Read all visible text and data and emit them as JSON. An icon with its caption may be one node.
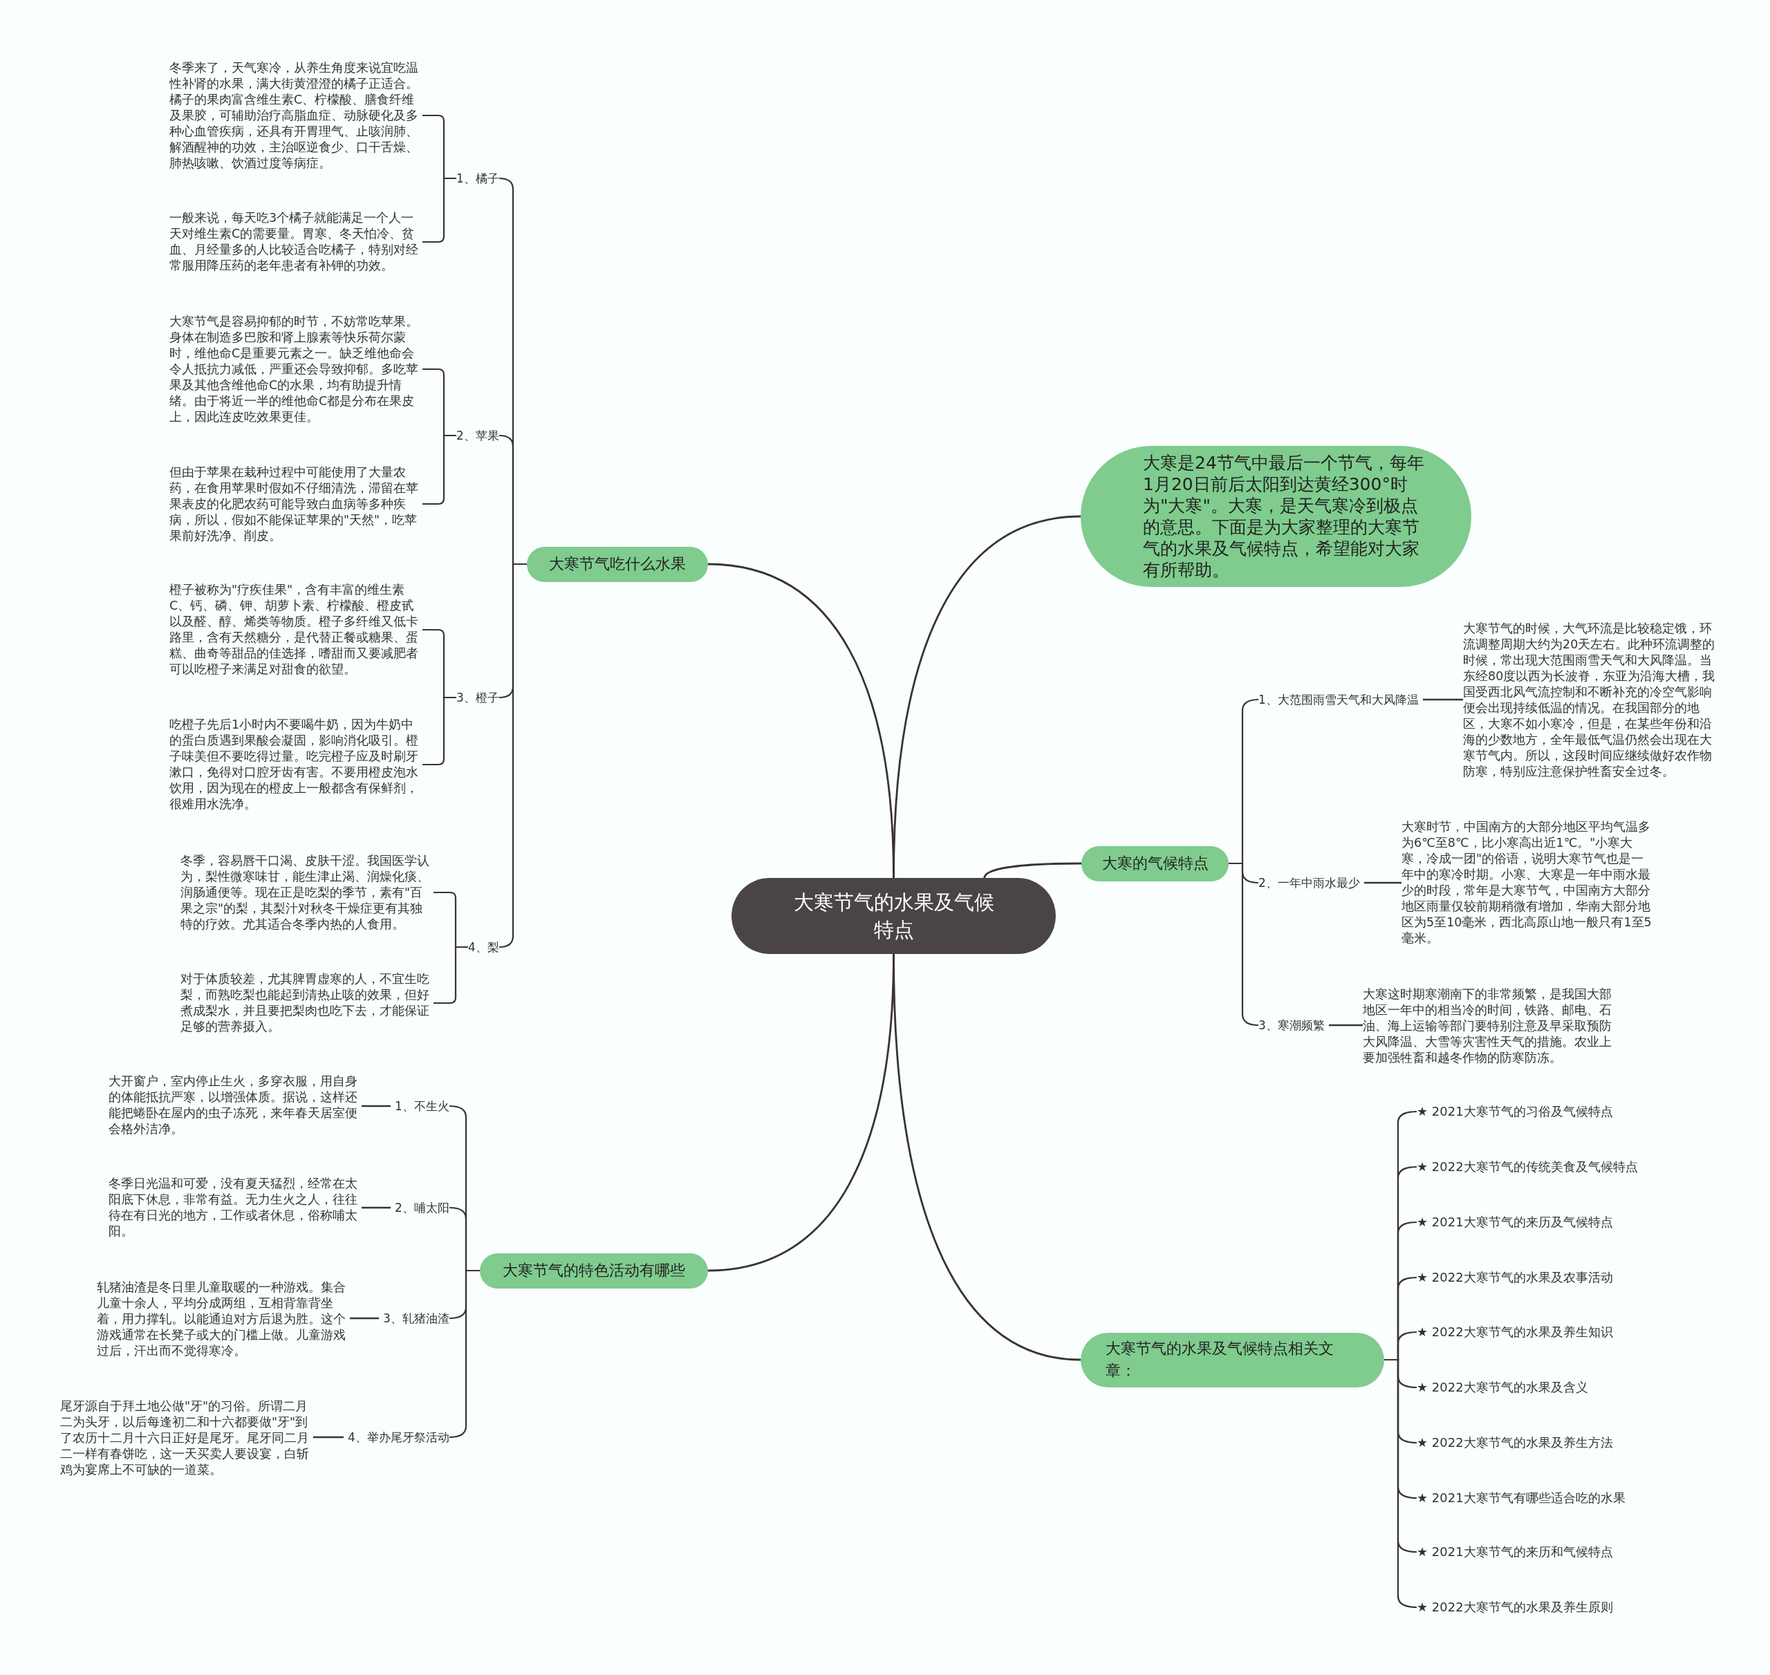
{
  "diagram": {
    "nodes": [
      {
        "text": [
          "大寒节气的水果及气候特点"
        ]
      },
      {
        "text": [
          "大寒是24节气中最后一个节气，每年1月20日前后太阳到达黄经300°时为\"大寒\"。大寒，是天气寒冷到极点的意思。下面是为大家整理的大寒节气的水果及气候特点，希望能对大家有所帮助。"
        ]
      },
      {
        "text": [
          "大寒节气吃什么水果"
        ]
      },
      {
        "text": [
          "1、橘子"
        ]
      },
      {
        "text": [
          "冬季来了，天气寒冷，从养生角度来说宜吃温性补肾的水果，满大街黄澄澄的橘子正适合。橘子的果肉富含维生素C、柠檬酸、膳食纤维及果胶，可辅助治疗高脂血症、动脉硬化及多种心血管疾病，还具有开胃理气、止咳润肺、解酒醒神的功效，主治呕逆食少、口干舌燥、肺热咳嗽、饮酒过度等病症。"
        ]
      },
      {
        "text": [
          "一般来说，每天吃3个橘子就能满足一个人一天对维生素C的需要量。胃寒、冬天怕冷、贫血、月经量多的人比较适合吃橘子，特别对经常服用降压药的老年患者有补钾的功效。"
        ]
      },
      {
        "text": [
          "2、苹果"
        ]
      },
      {
        "text": [
          "大寒节气是容易抑郁的时节，不妨常吃苹果。身体在制造多巴胺和肾上腺素等快乐荷尔蒙时，维他命C是重要元素之一。缺乏维他命会令人抵抗力减低，严重还会导致抑郁。多吃苹果及其他含维他命C的水果，均有助提升情绪。由于将近一半的维他命C都是分布在果皮上，因此连皮吃效果更佳。"
        ]
      },
      {
        "text": [
          "但由于苹果在栽种过程中可能使用了大量农药，在食用苹果时假如不仔细清洗，滞留在苹果表皮的化肥农药可能导致白血病等多种疾病，所以，假如不能保证苹果的\"天然\"，吃苹果前好洗净、削皮。"
        ]
      },
      {
        "text": [
          "3、橙子"
        ]
      },
      {
        "text": [
          "橙子被称为\"疗疾佳果\"，含有丰富的维生素C、钙、磷、钾、胡萝卜素、柠檬酸、橙皮甙以及醛、醇、烯类等物质。橙子多纤维又低卡路里，含有天然糖分，是代替正餐或糖果、蛋糕、曲奇等甜品的佳选择，嗜甜而又要减肥者可以吃橙子来满足对甜食的欲望。"
        ]
      },
      {
        "text": [
          "吃橙子先后1小时内不要喝牛奶，因为牛奶中的蛋白质遇到果酸会凝固，影响消化吸引。橙子味美但不要吃得过量。吃完橙子应及时刷牙漱口，免得对口腔牙齿有害。不要用橙皮泡水饮用，因为现在的橙皮上一般都含有保鲜剂，很难用水洗净。"
        ]
      },
      {
        "text": [
          "4、梨"
        ]
      },
      {
        "text": [
          "冬季，容易唇干口渴、皮肤干涩。我国医学认为，梨性微寒味甘，能生津止渴、润燥化痰、润肠通便等。现在正是吃梨的季节，素有\"百果之宗\"的梨，其梨汁对秋冬干燥症更有其独特的疗效。尤其适合冬季内热的人食用。"
        ]
      },
      {
        "text": [
          "对于体质较差，尤其脾胃虚寒的人，不宜生吃梨，而熟吃梨也能起到清热止咳的效果，但好煮成梨水，并且要把梨肉也吃下去，才能保证足够的营养摄入。"
        ]
      },
      {
        "text": [
          "大寒节气的特色活动有哪些"
        ]
      },
      {
        "text": [
          "1、不生火"
        ]
      },
      {
        "text": [
          "大开窗户，室内停止生火，多穿衣服，用自身的体能抵抗严寒，以增强体质。据说，这样还能把蜷卧在屋内的虫子冻死，来年春天居室便会格外洁净。"
        ]
      },
      {
        "text": [
          "2、哺太阳"
        ]
      },
      {
        "text": [
          "冬季日光温和可爱，没有夏天猛烈，经常在太阳底下休息，非常有益。无力生火之人，往往待在有日光的地方，工作或者休息，俗称哺太阳。"
        ]
      },
      {
        "text": [
          "3、轧猪油渣"
        ]
      },
      {
        "text": [
          "轧猪油渣是冬日里儿童取暖的一种游戏。集合儿童十余人，平均分成两组，互相背靠背坐着，用力撑轧。以能通迫对方后退为胜。这个游戏通常在长凳子或大的门槛上做。儿童游戏过后，汗出而不觉得寒冷。"
        ]
      },
      {
        "text": [
          "4、举办尾牙祭活动"
        ]
      },
      {
        "text": [
          "尾牙源自于拜土地公做\"牙\"的习俗。所谓二月二为头牙，以后每逢初二和十六都要做\"牙\"到了农历十二月十六日正好是尾牙。尾牙同二月二一样有春饼吃，这一天买卖人要设宴，白斩鸡为宴席上不可缺的一道菜。"
        ]
      },
      {
        "text": [
          "大寒的气候特点"
        ]
      },
      {
        "text": [
          "1、大范围雨雪天气和大风降温"
        ]
      },
      {
        "text": [
          "大寒节气的时候，大气环流是比较稳定饿，环流调整周期大约为20天左右。此种环流调整的时候，常出现大范围雨雪天气和大风降温。当东经80度以西为长波脊，东亚为沿海大槽，我国受西北风气流控制和不断补充的冷空气影响便会出现持续低温的情况。在我国部分的地区，大寒不如小寒冷，但是，在某些年份和沿海的少数地方，全年最低气温仍然会出现在大寒节气内。所以，这段时间应继续做好农作物防寒，特别应注意保护牲畜安全过冬。"
        ]
      },
      {
        "text": [
          "2、一年中雨水最少"
        ]
      },
      {
        "text": [
          "大寒时节，中国南方的大部分地区平均气温多为6℃至8℃，比小寒高出近1℃。\"小寒大寒，冷成一团\"的俗语，说明大寒节气也是一年中的寒冷时期。小寒、大寒是一年中雨水最少的时段，常年是大寒节气，中国南方大部分地区雨量仅较前期稍微有增加，华南大部分地区为5至10毫米，西北高原山地一般只有1至5毫米。"
        ]
      },
      {
        "text": [
          "3、寒潮频繁"
        ]
      },
      {
        "text": [
          "大寒这时期寒潮南下的非常频繁，是我国大部地区一年中的相当冷的时间，铁路、邮电、石油、海上运输等部门要特别注意及早采取预防大风降温、大雪等灾害性天气的措施。农业上要加强牲畜和越冬作物的防寒防冻。"
        ]
      },
      {
        "text": [
          "大寒节气的水果及气候特点相关文章："
        ]
      },
      {
        "text": [
          "★ 2021大寒节气的习俗及气候特点"
        ]
      },
      {
        "text": [
          "★ 2022大寒节气的传统美食及气候特点"
        ]
      },
      {
        "text": [
          "★ 2021大寒节气的来历及气候特点"
        ]
      },
      {
        "text": [
          "★ 2022大寒节气的水果及农事活动"
        ]
      },
      {
        "text": [
          "★ 2022大寒节气的水果及养生知识"
        ]
      },
      {
        "text": [
          "★ 2022大寒节气的水果及含义"
        ]
      },
      {
        "text": [
          "★ 2022大寒节气的水果及养生方法"
        ]
      },
      {
        "text": [
          "★ 2021大寒节气有哪些适合吃的水果"
        ]
      },
      {
        "text": [
          "★ 2021大寒节气的来历和气候特点"
        ]
      },
      {
        "text": [
          "★ 2022大寒节气的水果及养生原则"
        ]
      }
    ],
    "edges": [
      {
        "from": 0,
        "to": 1,
        "arrow": "none"
      },
      {
        "from": 0,
        "to": 2,
        "arrow": "none"
      },
      {
        "from": 2,
        "to": 3,
        "arrow": "none"
      },
      {
        "from": 3,
        "to": 4,
        "arrow": "none"
      },
      {
        "from": 3,
        "to": 5,
        "arrow": "none"
      },
      {
        "from": 2,
        "to": 6,
        "arrow": "none"
      },
      {
        "from": 6,
        "to": 7,
        "arrow": "none"
      },
      {
        "from": 6,
        "to": 8,
        "arrow": "none"
      },
      {
        "from": 2,
        "to": 9,
        "arrow": "none"
      },
      {
        "from": 9,
        "to": 10,
        "arrow": "none"
      },
      {
        "from": 9,
        "to": 11,
        "arrow": "none"
      },
      {
        "from": 2,
        "to": 12,
        "arrow": "none"
      },
      {
        "from": 12,
        "to": 13,
        "arrow": "none"
      },
      {
        "from": 12,
        "to": 14,
        "arrow": "none"
      },
      {
        "from": 0,
        "to": 15,
        "arrow": "none"
      },
      {
        "from": 15,
        "to": 16,
        "arrow": "none"
      },
      {
        "from": 16,
        "to": 17,
        "arrow": "none"
      },
      {
        "from": 15,
        "to": 18,
        "arrow": "none"
      },
      {
        "from": 18,
        "to": 19,
        "arrow": "none"
      },
      {
        "from": 15,
        "to": 20,
        "arrow": "none"
      },
      {
        "from": 20,
        "to": 21,
        "arrow": "none"
      },
      {
        "from": 15,
        "to": 22,
        "arrow": "none"
      },
      {
        "from": 22,
        "to": 23,
        "arrow": "none"
      },
      {
        "from": 0,
        "to": 24,
        "arrow": "none"
      },
      {
        "from": 24,
        "to": 25,
        "arrow": "none"
      },
      {
        "from": 25,
        "to": 26,
        "arrow": "none"
      },
      {
        "from": 24,
        "to": 27,
        "arrow": "none"
      },
      {
        "from": 27,
        "to": 28,
        "arrow": "none"
      },
      {
        "from": 24,
        "to": 29,
        "arrow": "none"
      },
      {
        "from": 29,
        "to": 30,
        "arrow": "none"
      },
      {
        "from": 0,
        "to": 31,
        "arrow": "none"
      },
      {
        "from": 31,
        "to": 32,
        "arrow": "none"
      },
      {
        "from": 31,
        "to": 33,
        "arrow": "none"
      },
      {
        "from": 31,
        "to": 34,
        "arrow": "none"
      },
      {
        "from": 31,
        "to": 35,
        "arrow": "none"
      },
      {
        "from": 31,
        "to": 36,
        "arrow": "none"
      },
      {
        "from": 31,
        "to": 37,
        "arrow": "none"
      },
      {
        "from": 31,
        "to": 38,
        "arrow": "none"
      },
      {
        "from": 31,
        "to": 39,
        "arrow": "none"
      },
      {
        "from": 31,
        "to": 40,
        "arrow": "none"
      },
      {
        "from": 31,
        "to": 41,
        "arrow": "none"
      }
    ]
  }
}
